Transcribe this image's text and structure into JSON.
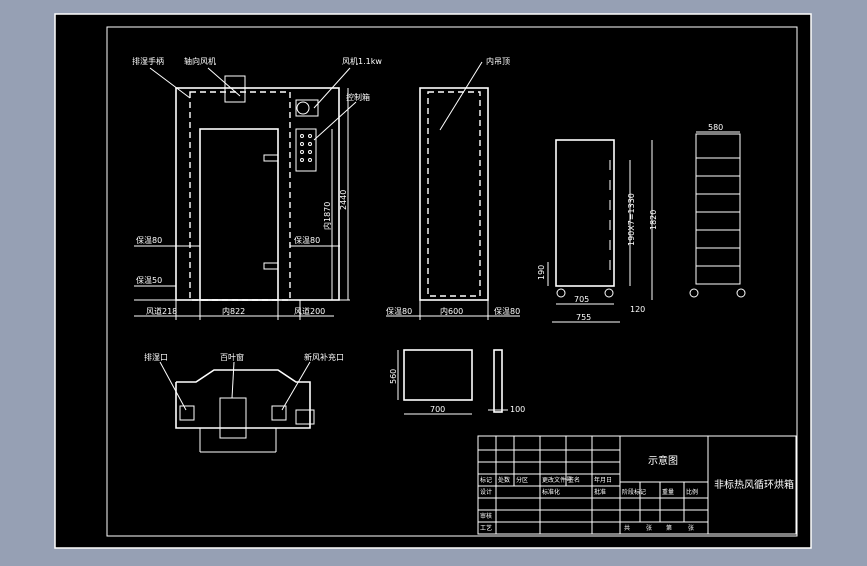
{
  "colors": {
    "background": "#96a0b4",
    "sheet": "#000000",
    "lines": "#ffffff"
  },
  "front_view": {
    "label_top_left": "排湿手柄",
    "label_top_mid": "轴向风机",
    "label_top_right": "风机1.1kw",
    "label_control": "控制箱",
    "label_insul_left": "保温80",
    "label_insul_right": "保温80",
    "label_base": "保温50",
    "dim_height_total": "2440",
    "dim_height_inner": "内1870",
    "dim_left": "风道218",
    "dim_width_inner": "内822",
    "dim_right": "风道200"
  },
  "side_view": {
    "label_top": "内吊顶",
    "dim_left": "保温80",
    "dim_width": "内600",
    "dim_right": "保温80"
  },
  "cart_view": {
    "dim_height": "1820",
    "dim_spacing": "190X7=1330",
    "dim_gap": "190",
    "dim_inner_width": "705",
    "dim_outer_width": "755",
    "dim_wheel": "120"
  },
  "rack_view": {
    "dim_width": "580"
  },
  "top_view": {
    "label_left": "排湿口",
    "label_mid": "百叶窗",
    "label_right": "新风补充口"
  },
  "tray_view": {
    "dim_height": "560",
    "dim_width": "700",
    "dim_thickness": "100"
  },
  "title_block": {
    "drawing_name": "示意图",
    "title": "非标热风循环烘箱",
    "rows": [
      "标记",
      "设计",
      "审核",
      "工艺"
    ],
    "cells": [
      "处数",
      "分区",
      "更改文件号",
      "签名",
      "年月日",
      "标准化",
      "批准",
      "阶段标记",
      "重量",
      "比例",
      "共",
      "张",
      "第",
      "张"
    ]
  }
}
